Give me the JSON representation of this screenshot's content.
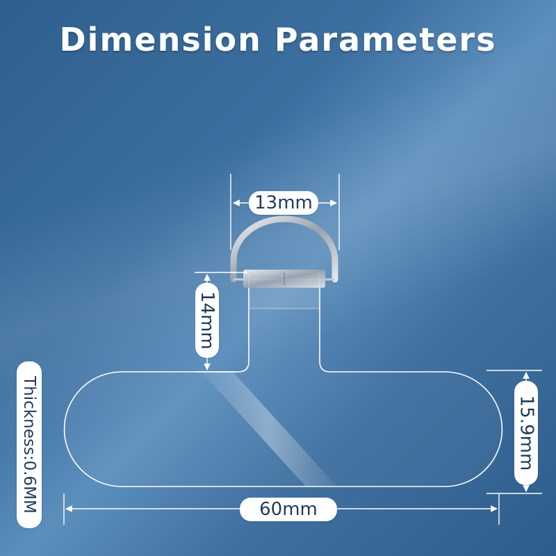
{
  "title": "Dimension Parameters",
  "labels": {
    "width_top": "13mm",
    "height_neck": "14mm",
    "height_body": "15.9mm",
    "width_body": "60mm",
    "thickness": "Thickness:0.6MM"
  },
  "colors": {
    "background": "#3a6a9a",
    "label_text": "#1e3a5a",
    "outline": "#ffffff"
  }
}
